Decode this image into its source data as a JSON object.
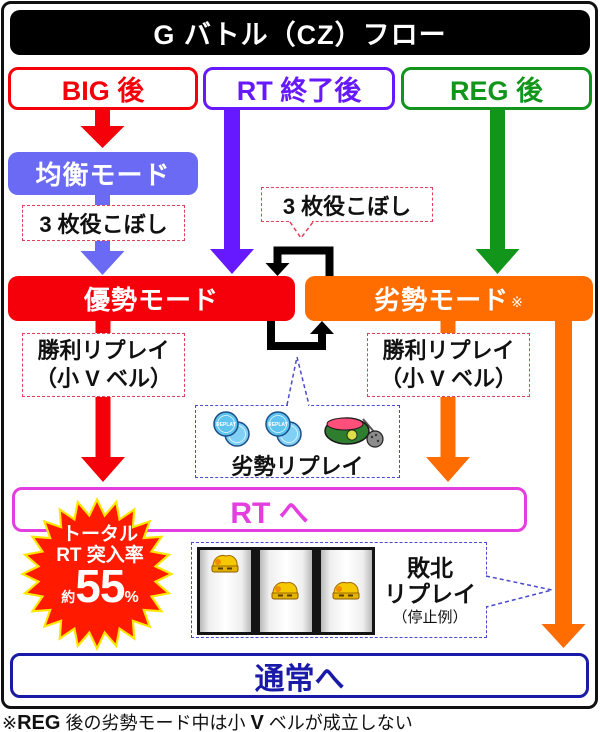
{
  "title": "G バトル（CZ）フロー",
  "colors": {
    "big": "#f5000a",
    "rt_end": "#6619ff",
    "reg": "#11961b",
    "balance": "#6a6af5",
    "advantage": "#f5000a",
    "disadvantage": "#ff6c00",
    "rt": "#e43ee0",
    "normal": "#1a1aa8",
    "loop": "#000000",
    "note_dash_red": "#e0405a",
    "note_dash_blue": "#4a4ad0",
    "badge_fill": "#ff1a00",
    "badge_outline": "#ffe600"
  },
  "start_points": {
    "big": "BIG 後",
    "rt_end": "RT 終了後",
    "reg": "REG 後"
  },
  "modes": {
    "balance": "均衡モード",
    "advantage": "優勢モード",
    "disadvantage": "劣勢モード",
    "disadvantage_note_mark": "※"
  },
  "transitions": {
    "balance_to_advantage": "3 枚役こぼし",
    "advantage_disadvantage_loop": "3 枚役こぼし",
    "advantage_to_rt": {
      "line1": "勝利リプレイ",
      "line2": "（小 V ベル）"
    },
    "disadvantage_to_rt": {
      "line1": "勝利リプレイ",
      "line2": "（小 V ベル）"
    },
    "disadvantage_replay": {
      "label": "劣勢リプレイ",
      "coin_text": "REPLAY",
      "icons": [
        "replay-coin-pair",
        "replay-coin-pair",
        "watermelon-mace"
      ]
    }
  },
  "outcomes": {
    "rt": "RT へ",
    "normal": "通常へ"
  },
  "badge": {
    "line1": "トータル",
    "line2": "RT 突入率",
    "prefix": "約",
    "value": "55",
    "unit": "%"
  },
  "defeat_replay": {
    "line1": "敗北",
    "line2": "リプレイ",
    "line3": "（停止例）",
    "reels": [
      {
        "symbol": "gold",
        "row": "top"
      },
      {
        "symbol": "gold",
        "row": "middle"
      },
      {
        "symbol": "gold",
        "row": "middle"
      }
    ]
  },
  "footnote": {
    "mark": "※",
    "part1": "REG",
    "part2": " 後の劣勢モード中は小 ",
    "part3": "V",
    "part4": " ベルが成立しない"
  }
}
